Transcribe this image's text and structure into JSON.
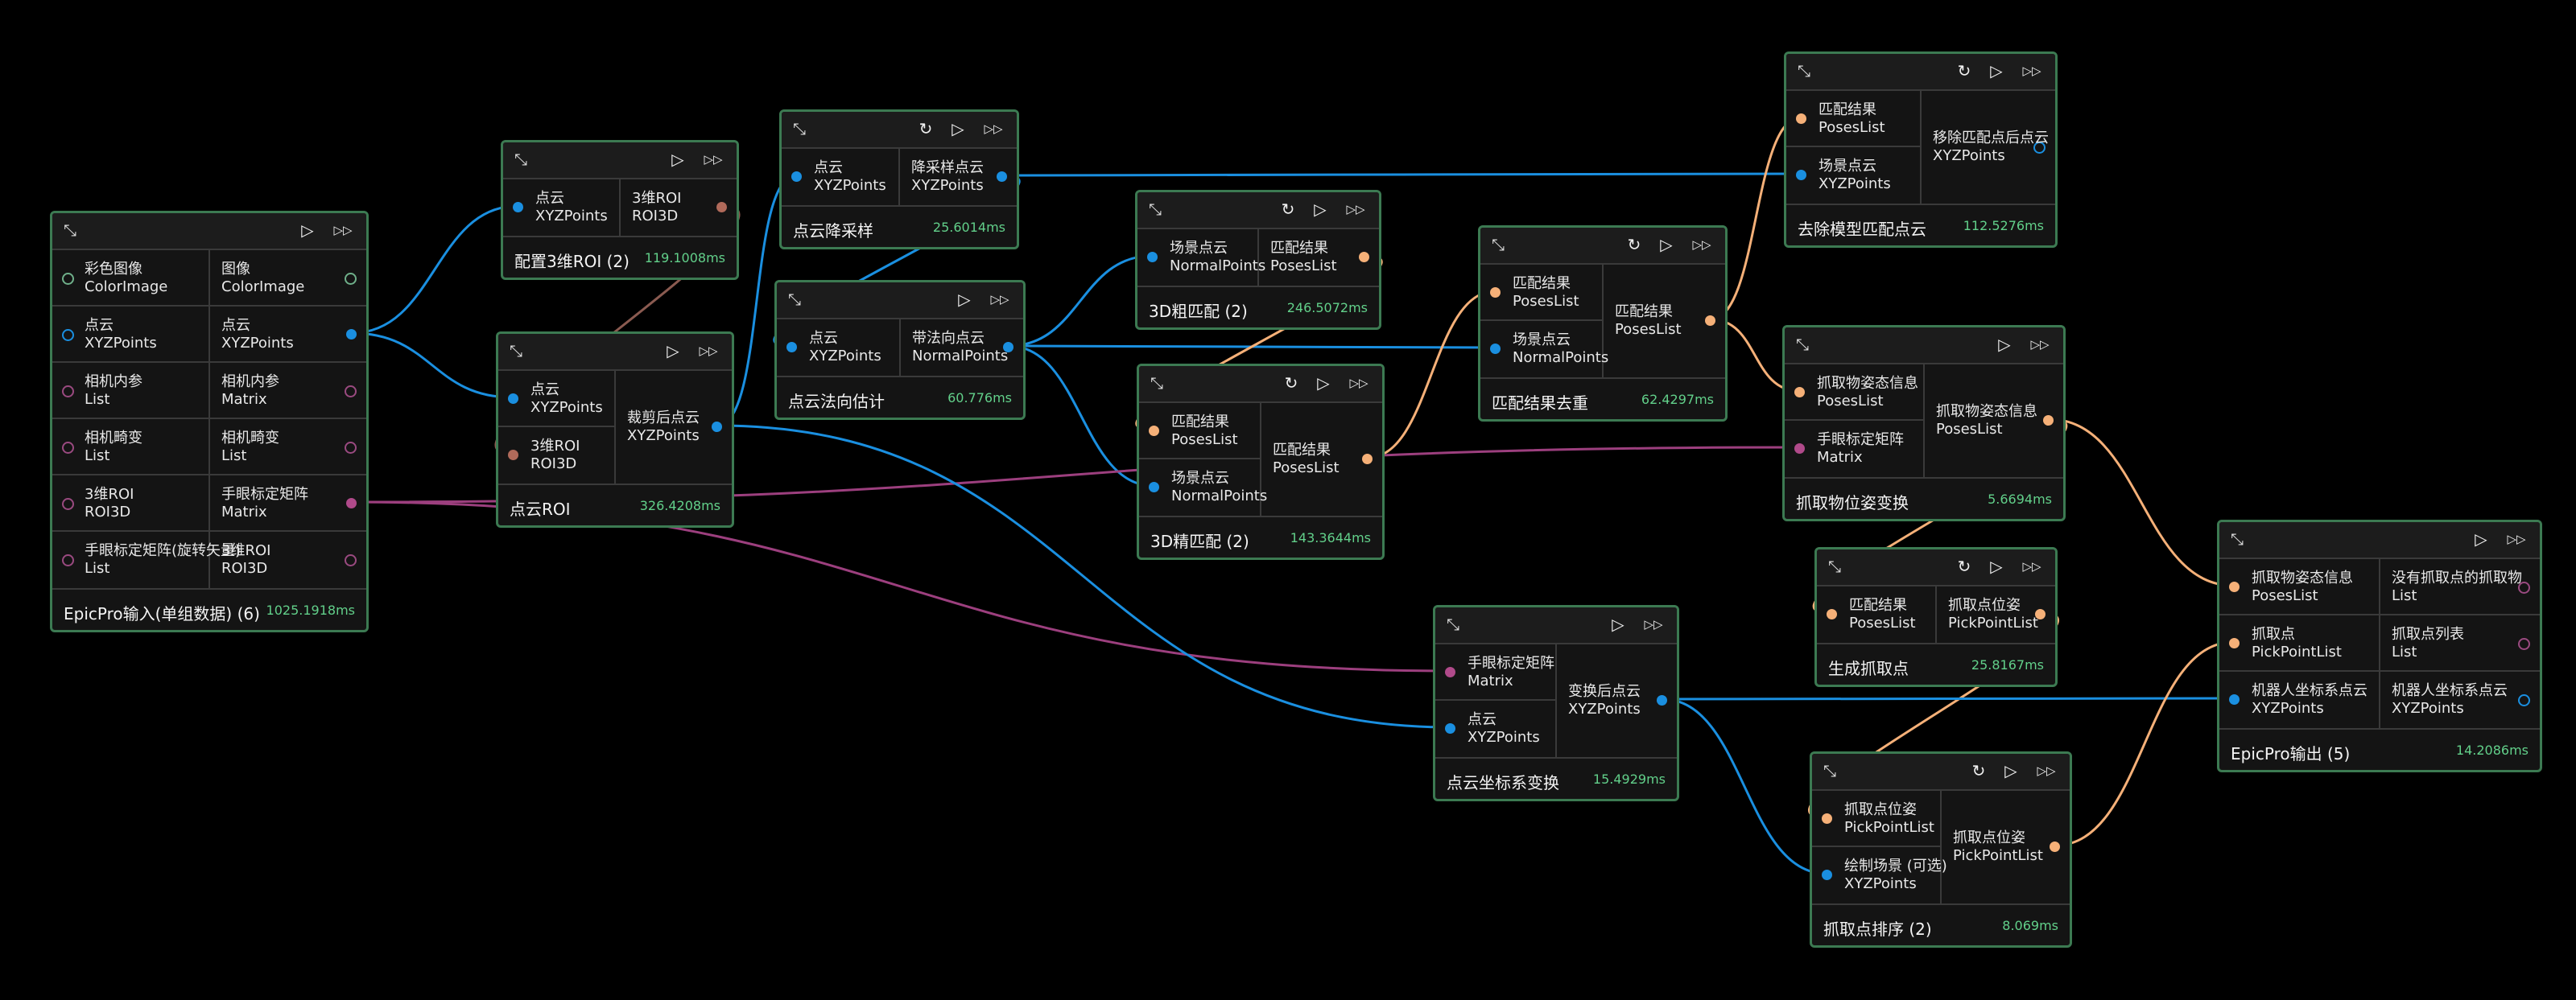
{
  "icons": {
    "node": "drag-icon",
    "run_once": "refresh-icon",
    "run": "play-icon",
    "run_all": "fast-forward-icon"
  },
  "colors": {
    "border": "#3c7a52",
    "blue_wire": "#1a8fe0",
    "orange_wire": "#f5b078",
    "magenta_wire": "#9c3f7e",
    "brown_wire": "#8a5a50",
    "time": "#62d08a"
  },
  "nodes": {
    "epicpro_input": {
      "title": "EpicPro输入(单组数据) (6)",
      "time": "1025.1918ms",
      "inputs": [
        {
          "cn": "彩色图像",
          "en": "ColorImage"
        },
        {
          "cn": "点云",
          "en": "XYZPoints"
        },
        {
          "cn": "相机内参",
          "en": "List"
        },
        {
          "cn": "相机畸变",
          "en": "List"
        },
        {
          "cn": "3维ROI",
          "en": "ROI3D"
        },
        {
          "cn": "手眼标定矩阵(旋转矢量)",
          "en": "List"
        }
      ],
      "outputs": [
        {
          "cn": "图像",
          "en": "ColorImage"
        },
        {
          "cn": "点云",
          "en": "XYZPoints"
        },
        {
          "cn": "相机内参",
          "en": "Matrix"
        },
        {
          "cn": "相机畸变",
          "en": "List"
        },
        {
          "cn": "手眼标定矩阵",
          "en": "Matrix"
        },
        {
          "cn": "3维ROI",
          "en": "ROI3D"
        }
      ]
    },
    "config_roi": {
      "title": "配置3维ROI (2)",
      "time": "119.1008ms",
      "inputs": [
        {
          "cn": "点云",
          "en": "XYZPoints"
        }
      ],
      "outputs": [
        {
          "cn": "3维ROI",
          "en": "ROI3D"
        }
      ]
    },
    "cloud_roi": {
      "title": "点云ROI",
      "time": "326.4208ms",
      "inputs": [
        {
          "cn": "点云",
          "en": "XYZPoints"
        },
        {
          "cn": "3维ROI",
          "en": "ROI3D"
        }
      ],
      "outputs": [
        {
          "cn": "裁剪后点云",
          "en": "XYZPoints"
        }
      ]
    },
    "downsample": {
      "title": "点云降采样",
      "time": "25.6014ms",
      "inputs": [
        {
          "cn": "点云",
          "en": "XYZPoints"
        }
      ],
      "outputs": [
        {
          "cn": "降采样点云",
          "en": "XYZPoints"
        }
      ]
    },
    "normal_est": {
      "title": "点云法向估计",
      "time": "60.776ms",
      "inputs": [
        {
          "cn": "点云",
          "en": "XYZPoints"
        }
      ],
      "outputs": [
        {
          "cn": "带法向点云",
          "en": "NormalPoints"
        }
      ]
    },
    "coarse_match": {
      "title": "3D粗匹配 (2)",
      "time": "246.5072ms",
      "inputs": [
        {
          "cn": "场景点云",
          "en": "NormalPoints"
        }
      ],
      "outputs": [
        {
          "cn": "匹配结果",
          "en": "PosesList"
        }
      ]
    },
    "fine_match": {
      "title": "3D精匹配 (2)",
      "time": "143.3644ms",
      "inputs": [
        {
          "cn": "匹配结果",
          "en": "PosesList"
        },
        {
          "cn": "场景点云",
          "en": "NormalPoints"
        }
      ],
      "outputs": [
        {
          "cn": "匹配结果",
          "en": "PosesList"
        }
      ]
    },
    "dedup": {
      "title": "匹配结果去重",
      "time": "62.4297ms",
      "inputs": [
        {
          "cn": "匹配结果",
          "en": "PosesList"
        },
        {
          "cn": "场景点云",
          "en": "NormalPoints"
        }
      ],
      "outputs": [
        {
          "cn": "匹配结果",
          "en": "PosesList"
        }
      ]
    },
    "remove_model": {
      "title": "去除模型匹配点云",
      "time": "112.5276ms",
      "inputs": [
        {
          "cn": "匹配结果",
          "en": "PosesList"
        },
        {
          "cn": "场景点云",
          "en": "XYZPoints"
        }
      ],
      "outputs": [
        {
          "cn": "移除匹配点后点云",
          "en": "XYZPoints"
        }
      ]
    },
    "pose_transform": {
      "title": "抓取物位姿变换",
      "time": "5.6694ms",
      "inputs": [
        {
          "cn": "抓取物姿态信息",
          "en": "PosesList"
        },
        {
          "cn": "手眼标定矩阵",
          "en": "Matrix"
        }
      ],
      "outputs": [
        {
          "cn": "抓取物姿态信息",
          "en": "PosesList"
        }
      ]
    },
    "gen_pick": {
      "title": "生成抓取点",
      "time": "25.8167ms",
      "inputs": [
        {
          "cn": "匹配结果",
          "en": "PosesList"
        }
      ],
      "outputs": [
        {
          "cn": "抓取点位姿",
          "en": "PickPointList"
        }
      ]
    },
    "coord_transform": {
      "title": "点云坐标系变换",
      "time": "15.4929ms",
      "inputs": [
        {
          "cn": "手眼标定矩阵",
          "en": "Matrix"
        },
        {
          "cn": "点云",
          "en": "XYZPoints"
        }
      ],
      "outputs": [
        {
          "cn": "变换后点云",
          "en": "XYZPoints"
        }
      ]
    },
    "pick_sort": {
      "title": "抓取点排序 (2)",
      "time": "8.069ms",
      "inputs": [
        {
          "cn": "抓取点位姿",
          "en": "PickPointList"
        },
        {
          "cn": "绘制场景 (可选)",
          "en": "XYZPoints"
        }
      ],
      "outputs": [
        {
          "cn": "抓取点位姿",
          "en": "PickPointList"
        }
      ]
    },
    "epicpro_output": {
      "title": "EpicPro输出 (5)",
      "time": "14.2086ms",
      "inputs": [
        {
          "cn": "抓取物姿态信息",
          "en": "PosesList"
        },
        {
          "cn": "抓取点",
          "en": "PickPointList"
        },
        {
          "cn": "机器人坐标系点云",
          "en": "XYZPoints"
        }
      ],
      "outputs": [
        {
          "cn": "没有抓取点的抓取物",
          "en": "List"
        },
        {
          "cn": "抓取点列表",
          "en": "List"
        },
        {
          "cn": "机器人坐标系点云",
          "en": "XYZPoints"
        }
      ]
    }
  }
}
